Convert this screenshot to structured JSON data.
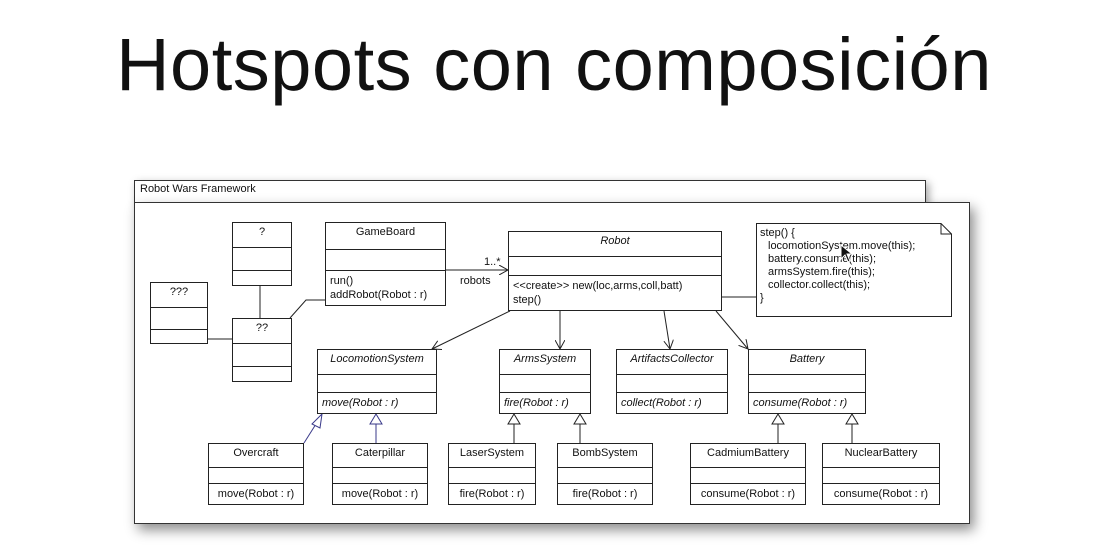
{
  "title": "Hotspots con composición",
  "frame_label": "Robot Wars Framework",
  "classes": {
    "q1": {
      "name": "?"
    },
    "q2": {
      "name": "??"
    },
    "q3": {
      "name": "???"
    },
    "gameboard": {
      "name": "GameBoard",
      "ops": [
        "run()",
        "addRobot(Robot : r)"
      ]
    },
    "robot": {
      "name": "Robot",
      "ops": [
        "<<create>> new(loc,arms,coll,batt)",
        "step()"
      ]
    },
    "locomotion": {
      "name": "LocomotionSystem",
      "ops": [
        "move(Robot : r)"
      ]
    },
    "arms": {
      "name": "ArmsSystem",
      "ops": [
        "fire(Robot : r)"
      ]
    },
    "artifacts": {
      "name": "ArtifactsCollector",
      "ops": [
        "collect(Robot : r)"
      ]
    },
    "battery": {
      "name": "Battery",
      "ops": [
        "consume(Robot : r)"
      ]
    },
    "overcraft": {
      "name": "Overcraft",
      "ops": [
        "move(Robot : r)"
      ]
    },
    "caterpillar": {
      "name": "Caterpillar",
      "ops": [
        "move(Robot : r)"
      ]
    },
    "laser": {
      "name": "LaserSystem",
      "ops": [
        "fire(Robot : r)"
      ]
    },
    "bomb": {
      "name": "BombSystem",
      "ops": [
        "fire(Robot : r)"
      ]
    },
    "cadmium": {
      "name": "CadmiumBattery",
      "ops": [
        "consume(Robot : r)"
      ]
    },
    "nuclear": {
      "name": "NuclearBattery",
      "ops": [
        "consume(Robot : r)"
      ]
    }
  },
  "association": {
    "multiplicity": "1..*",
    "role": "robots"
  },
  "note": {
    "lines": [
      "step() {",
      "  locomotionSystem.move(this);",
      "  battery.consume(this);",
      "  armsSystem.fire(this);",
      "  collector.collect(this);",
      "}"
    ]
  }
}
